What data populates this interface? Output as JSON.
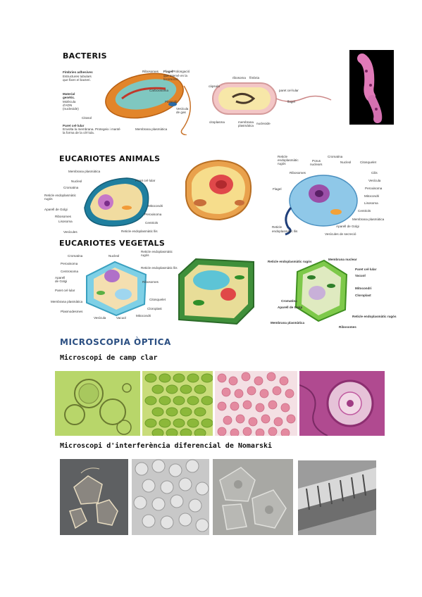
{
  "colors": {
    "accent": "#2b4f82",
    "text": "#111111"
  },
  "headings": {
    "bacteris": "BACTERIS",
    "animals": "EUCARIOTES ANIMALS",
    "vegetals": "EUCARIOTES VEGETALS",
    "optica": "MICROSCOPIA ÒPTICA",
    "camp_clar": "Microscopi de camp clar",
    "nomarski": "Microscopi d'interferència diferencial de Nomarski"
  },
  "bacteria_labels": {
    "fimbries_title": "Fímbries adhesives",
    "fimbries_desc1": "Estructures tubulars",
    "fimbries_desc2": "que fixen el bacteri.",
    "material_title1": "Material",
    "material_title2": "genètic.",
    "material_desc1": "Molècula",
    "material_desc2": "d'ADN",
    "material_desc3": "(nucleoide)",
    "citosol": "Citosol",
    "paret_title": "Paret cel·lular",
    "paret_desc1": "Envolta la membrana. Protegeix i manté",
    "paret_desc2": "la forma de la cèl·lula.",
    "ribosomes": "Ribosomes",
    "flagel_title": "Flagel",
    "flagel_desc1": "Prolongació",
    "flagel_desc2": "que intervé en la",
    "flagel_desc3": "locomoció.",
    "carboxisoma": "Carboxisoma",
    "plasmidi": "Plasmidi",
    "vesicula1": "Vesícula",
    "vesicula2": "de gas",
    "membrana": "Membrana plasmàtica",
    "paret_celular": "paret cel·lular",
    "flagel": "flagel",
    "citoplasma": "citoplasma",
    "membrana_pl1": "membrana",
    "membrana_pl2": "plasmàtica",
    "nucleoide": "nucleoide",
    "ribosoma": "ribosoma",
    "fimbria": "fímbria",
    "capsula": "càpsula"
  },
  "animal_labels": {
    "membrana": "Membrana plasmàtica",
    "nucleol": "Nucleol",
    "paret": "Paret cel·lular",
    "cromatina": "Cromatina",
    "reticle_r1": "Reticle endoplasmàtic",
    "reticle_r2": "rugós",
    "mitocondri": "Mitocondri",
    "golgi": "Aparell de Golgi",
    "peroxisoma": "Peroxisoma",
    "ribosomes": "Ribosomes",
    "centriols": "Centriols",
    "lisosoma": "Lisosoma",
    "vesicules": "Vesícules",
    "reticle_llis": "Reticle endoplasmàtic llis",
    "c3_reticle1": "Reticle",
    "c3_reticle2": "endoplasmàtic",
    "c3_reticle3": "rugós",
    "c3_porus1": "Porus",
    "c3_porus2": "nuclears",
    "c3_cromatina": "Cromatina",
    "c3_nucleol": "Nucleol",
    "c3_citosquelet": "Citosquelet",
    "c3_ribosomes": "Ribosomes",
    "c3_cilis": "Cilis",
    "c3_vesicula": "Vesícula",
    "c3_flagel": "Flagel",
    "c3_peroxisoma": "Peroxisoma",
    "c3_mitocondri": "Mitocondri",
    "c3_lisosoma": "Lisosoma",
    "c3_centriols": "Centriols",
    "c3_membrana": "Membrana plasmàtica",
    "c3_golgi": "Aparell de Golgi",
    "c3_reticle_llis1": "Reticle",
    "c3_reticle_llis2": "endoplasmàtic llis",
    "c3_vesicules": "Vesícules de secreció"
  },
  "vegetal_labels": {
    "cromatina": "Cromatina",
    "nucleol": "Nucleol",
    "reticle_r1": "Reticle endoplasmàtic",
    "reticle_r2": "rugós",
    "peroxisoma": "Peroxisoma",
    "reticle_llis": "Reticle endoplasmàtic llis",
    "centrosoma": "Centrosoma",
    "golgi1": "Aparell",
    "golgi2": "de Golgi",
    "ribosomes": "Ribosomes",
    "paret": "Paret cel·lular",
    "membrana": "Membrana plasmàtica",
    "citosquelet": "Citosquelet",
    "plasmodesmes": "Plasmodesmes",
    "cloroplast": "Cloroplast",
    "vesicula": "Vesícula",
    "vacuol": "Vacuol",
    "mitocondri": "Mitocondri",
    "c3_reticle": "Reticle endoplasmàtic rugós",
    "c3_membrana_nuclear": "Membrana nuclear",
    "c3_paret": "Paret cel·lular",
    "c3_vacuol": "Vacuol",
    "c3_mitocondri": "Mitocondri",
    "c3_cloroplast": "Cloroplast",
    "c3_cromatina": "Cromatina",
    "c3_golgi": "Aparell de Golgi",
    "c3_reticle_llis": "Reticle endoplasmàtic rugós",
    "c3_membrana": "Membrana plasmàtica",
    "c3_ribosomes": "Ribosomes"
  }
}
